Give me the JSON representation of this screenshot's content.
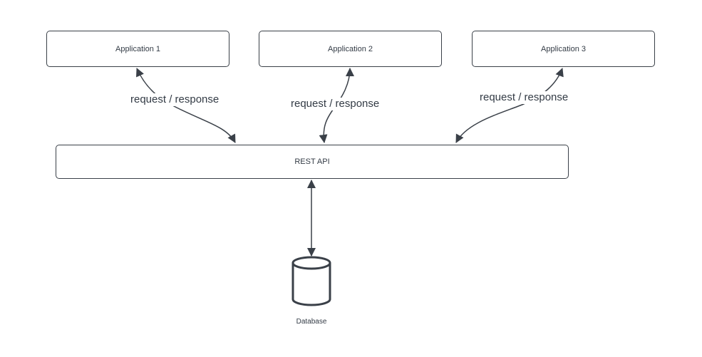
{
  "nodes": {
    "app1": "Application 1",
    "app2": "Application 2",
    "app3": "Application 3",
    "api": "REST API",
    "database": "Database"
  },
  "edges": {
    "app1_api": "request / response",
    "app2_api": "request / response",
    "app3_api": "request / response"
  },
  "colors": {
    "stroke": "#3a4048",
    "text": "#333b45",
    "background": "#ffffff"
  }
}
